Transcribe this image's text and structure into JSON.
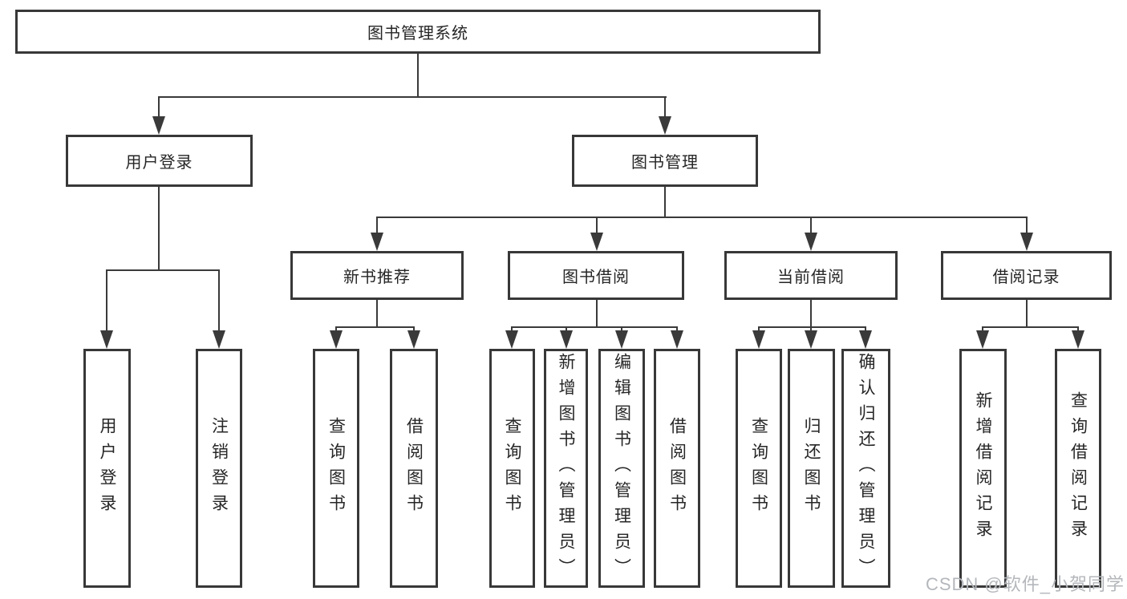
{
  "tree": {
    "label": "图书管理系统",
    "children": [
      {
        "label": "用户登录",
        "children": [
          {
            "label": "用户登录"
          },
          {
            "label": "注销登录"
          }
        ]
      },
      {
        "label": "图书管理",
        "children": [
          {
            "label": "新书推荐",
            "children": [
              {
                "label": "查询图书"
              },
              {
                "label": "借阅图书"
              }
            ]
          },
          {
            "label": "图书借阅",
            "children": [
              {
                "label": "查询图书"
              },
              {
                "label": "新增图书（管理员）"
              },
              {
                "label": "编辑图书（管理员）"
              },
              {
                "label": "借阅图书"
              }
            ]
          },
          {
            "label": "当前借阅",
            "children": [
              {
                "label": "查询图书"
              },
              {
                "label": "归还图书"
              },
              {
                "label": "确认归还（管理员）"
              }
            ]
          },
          {
            "label": "借阅记录",
            "children": [
              {
                "label": "新增借阅记录"
              },
              {
                "label": "查询借阅记录"
              }
            ]
          }
        ]
      }
    ]
  },
  "watermark": {
    "text": "CSDN @软件_小贺同学"
  },
  "colors": {
    "line": "#3a3a3a",
    "box_border": "#383838",
    "text": "#262626",
    "watermark": "#b4b7bb",
    "background": "#ffffff"
  }
}
